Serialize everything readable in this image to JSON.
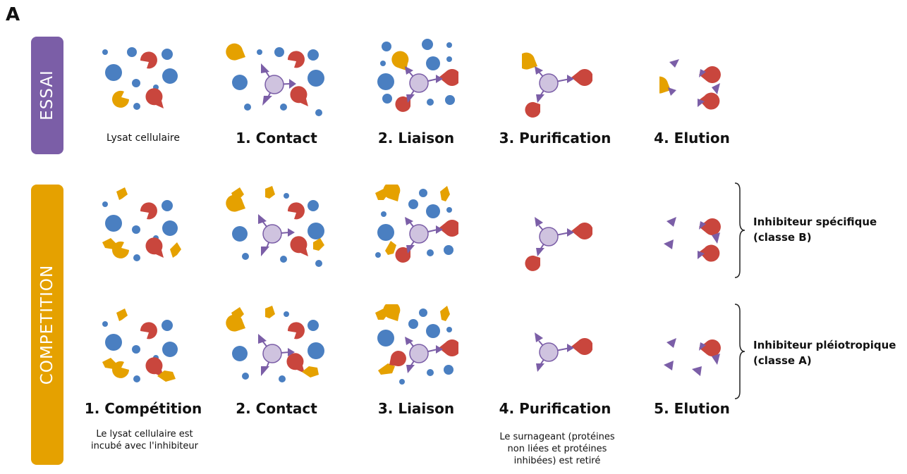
{
  "panel_letter": "A",
  "bands": {
    "essai": "ESSAI",
    "competition": "COMPETITION"
  },
  "essai_row": {
    "lysate_label": "Lysat cellulaire",
    "steps": [
      "1. Contact",
      "2. Liaison",
      "3. Purification",
      "4. Elution"
    ]
  },
  "competition_steps": [
    "1. Compétition",
    "2. Contact",
    "3. Liaison",
    "4. Purification",
    "5. Elution"
  ],
  "notes": {
    "competition_line1": "Le lysat cellulaire est",
    "competition_line2": "incubé avec l'inhibiteur",
    "purification_line1": "Le surnageant (protéines",
    "purification_line2": "non liées et protéines",
    "purification_line3": "inhibées) est retiré"
  },
  "side_labels": {
    "specific_line1": "Inhibiteur spécifique",
    "specific_line2": "(classe B)",
    "pleiotropic_line1": "Inhibiteur pléiotropique",
    "pleiotropic_line2": "(classe A)"
  },
  "colors": {
    "purple": "#7b5ea7",
    "orange": "#e5a100",
    "blue": "#4a7fc1",
    "red": "#c9463d",
    "bead": "#cfc3df"
  }
}
